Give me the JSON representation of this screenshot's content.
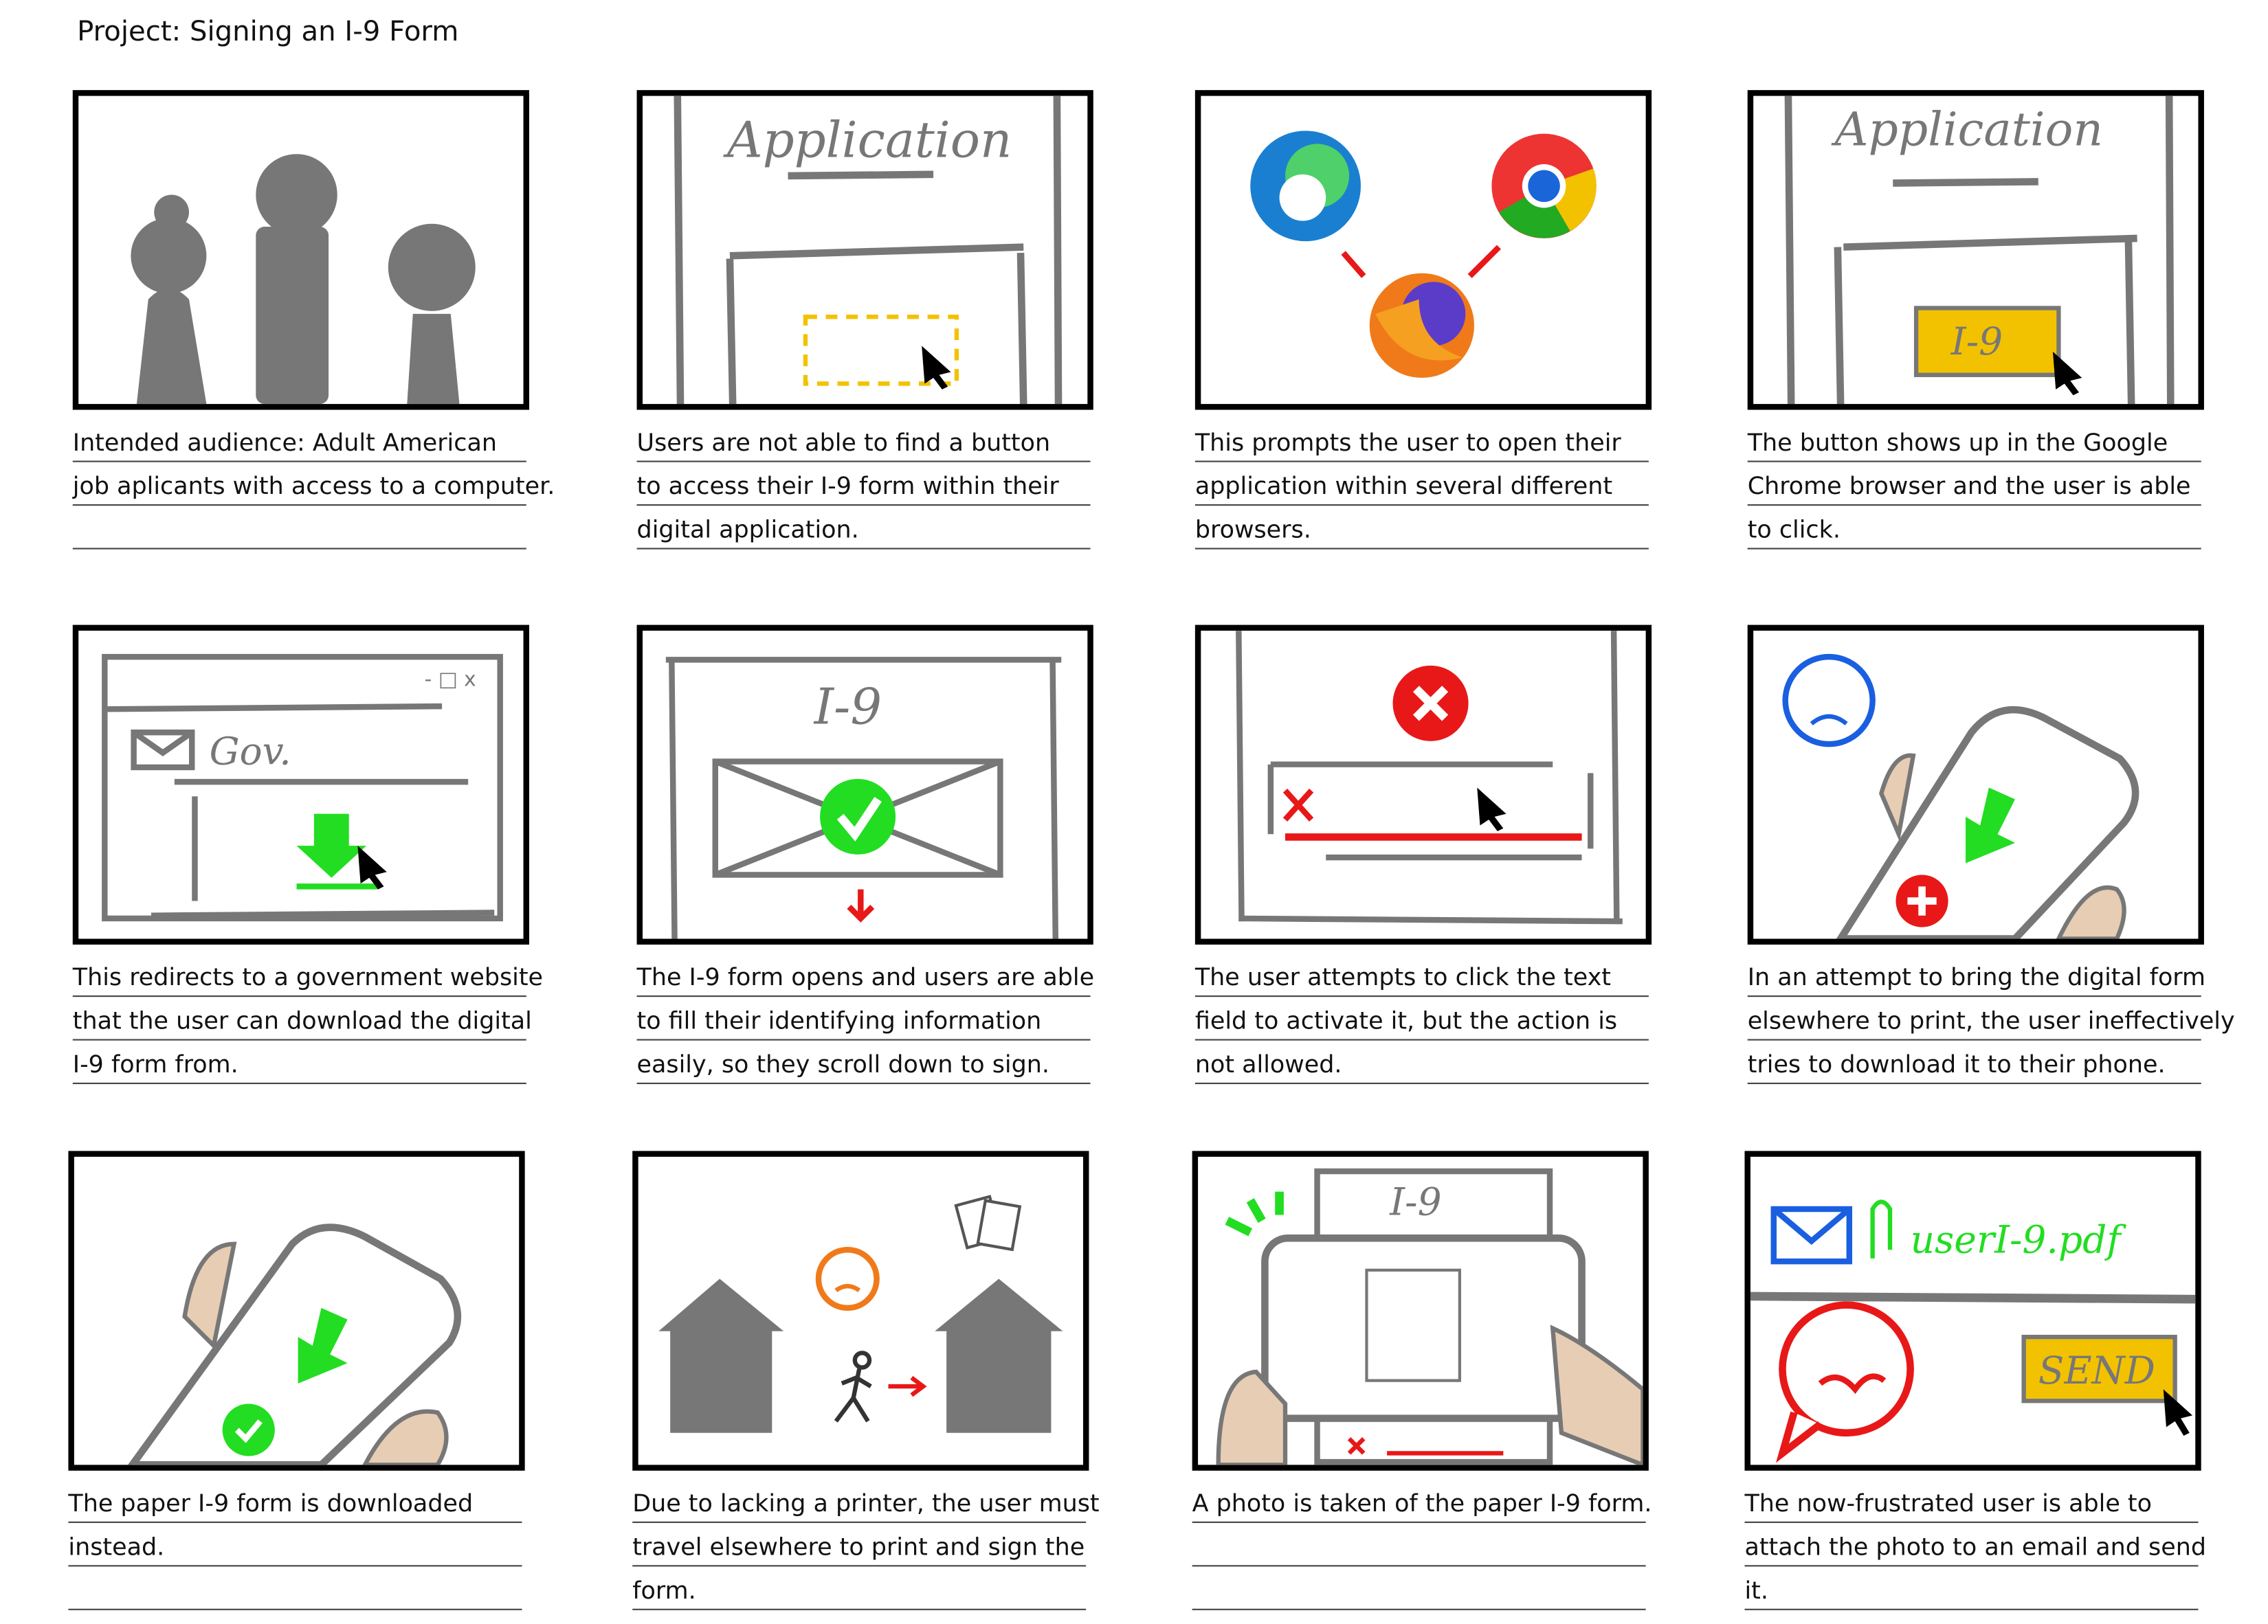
{
  "title": "Project: Signing an I-9 Form",
  "colors": {
    "grey": "#777777",
    "green": "#22dd22",
    "yellow": "#f2c200",
    "red": "#e81818",
    "blue": "#1a5fe0",
    "skin": "#e6cdb4"
  },
  "panels": [
    {
      "caption": [
        "Intended audience: Adult American",
        "job aplicants with access to a computer.",
        ""
      ]
    },
    {
      "caption": [
        "Users are not able to find a button",
        "to access their I-9 form within their",
        "digital application."
      ],
      "sketch_text": "Application"
    },
    {
      "caption": [
        "This prompts the user to open their",
        "application within several different",
        "browsers."
      ]
    },
    {
      "caption": [
        "The button shows up in the Google",
        "Chrome browser and the user is able",
        "to click."
      ],
      "sketch_text": "Application",
      "button_text": "I-9"
    },
    {
      "caption": [
        "This redirects to a government website",
        "that the user can download the digital",
        "I-9 form from."
      ],
      "sketch_text": "Gov.",
      "window_controls": "- □ x"
    },
    {
      "caption": [
        "The I-9 form opens and users are able",
        "to fill their identifying information",
        "easily, so they scroll down to sign."
      ],
      "sketch_text": "I-9"
    },
    {
      "caption": [
        "The user attempts to click the text",
        "field to activate it, but the action is",
        "not allowed."
      ]
    },
    {
      "caption": [
        "In an attempt to bring the digital form",
        "elsewhere to print, the user ineffectively",
        "tries to download it to their phone."
      ]
    },
    {
      "caption": [
        "The paper I-9 form is downloaded",
        "instead.",
        ""
      ]
    },
    {
      "caption": [
        "Due to lacking a printer, the user must",
        "travel elsewhere to print and sign the",
        "form."
      ]
    },
    {
      "caption": [
        "A photo is taken of the paper I-9 form.",
        "",
        ""
      ],
      "sketch_text": "I-9"
    },
    {
      "caption": [
        "The now-frustrated user is able to",
        "attach the photo to an email and send",
        "it."
      ],
      "sketch_text": "userI-9.pdf",
      "button_text": "SEND"
    }
  ]
}
